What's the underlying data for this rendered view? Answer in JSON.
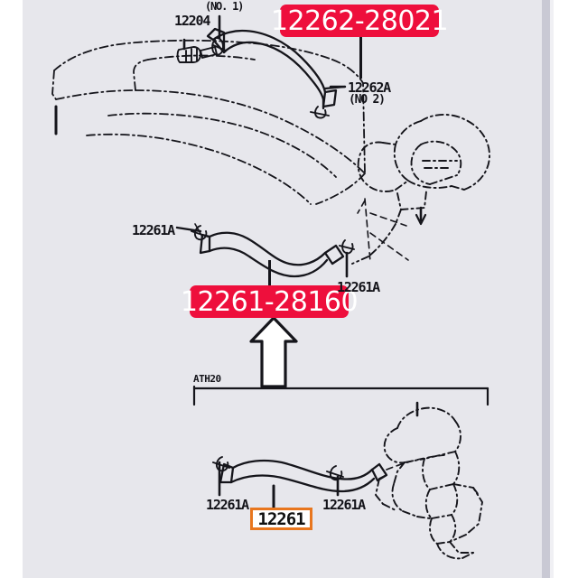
{
  "page": {
    "title": "Toyota engine ventilation hose parts diagram",
    "sheet_background": "#e7e7ec",
    "outer_background": "#ffffff"
  },
  "colors": {
    "badge_red": "#ee0f3c",
    "badge_red_text": "#ffffff",
    "badge_orange_border": "#e8761e",
    "line_art": "#15151b",
    "sheet": "#e7e7ec"
  },
  "highlight_badges": [
    {
      "id": "12262-28021",
      "text": "12262-28021",
      "style": "red",
      "points_to": "upper ventilation hose (No. 1)"
    },
    {
      "id": "12261-28160",
      "text": "12261-28160",
      "style": "red",
      "points_to": "middle ventilation hose"
    },
    {
      "id": "12261",
      "text": "12261",
      "style": "orange-outline",
      "points_to": "lower ventilation hose"
    }
  ],
  "diagram_labels": [
    {
      "id": "12204",
      "text": "12204"
    },
    {
      "id": "no1",
      "text": "(NO. 1)"
    },
    {
      "id": "12262A",
      "text": "12262A"
    },
    {
      "id": "no2",
      "text": "(NO  2)"
    },
    {
      "id": "12261A-l",
      "text": "12261A"
    },
    {
      "id": "12261A-r",
      "text": "12261A"
    },
    {
      "id": "ATH20",
      "text": "ATH20"
    },
    {
      "id": "12261A-bl",
      "text": "12261A"
    },
    {
      "id": "12261A-br",
      "text": "12261A"
    }
  ],
  "annotations": {
    "arrow": {
      "name": "upward-pointing-arrow",
      "direction": "up",
      "fill": "#ffffff",
      "outline": "#15151b",
      "meaning": "lower hose corresponds to highlighted 12261-28160 part"
    }
  }
}
